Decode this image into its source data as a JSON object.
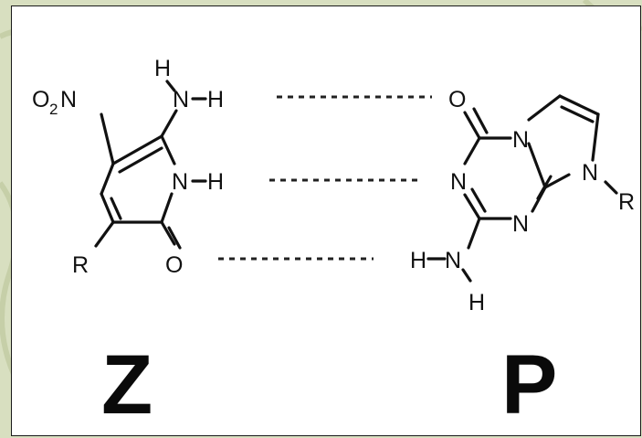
{
  "colors": {
    "background": "#d8dfc0",
    "card": "#ffffff",
    "ink": "#111111"
  },
  "molecule_z": {
    "label": "Z",
    "atoms": {
      "nh2_top_h": "H",
      "nh2_n": "N",
      "nh2_h": "H",
      "nitro_o": "O",
      "nitro_sub": "2",
      "nitro_n": "N",
      "ring_n": "N",
      "ring_nh_h": "H",
      "r_group": "R",
      "carbonyl_o": "O"
    }
  },
  "molecule_p": {
    "label": "P",
    "atoms": {
      "carbonyl_o": "O",
      "n_fused": "N",
      "n_left": "N",
      "n_right": "N",
      "n_imidazole": "N",
      "r_group": "R",
      "nh2_h_left": "H",
      "nh2_n": "N",
      "nh2_h_bottom": "H"
    }
  }
}
